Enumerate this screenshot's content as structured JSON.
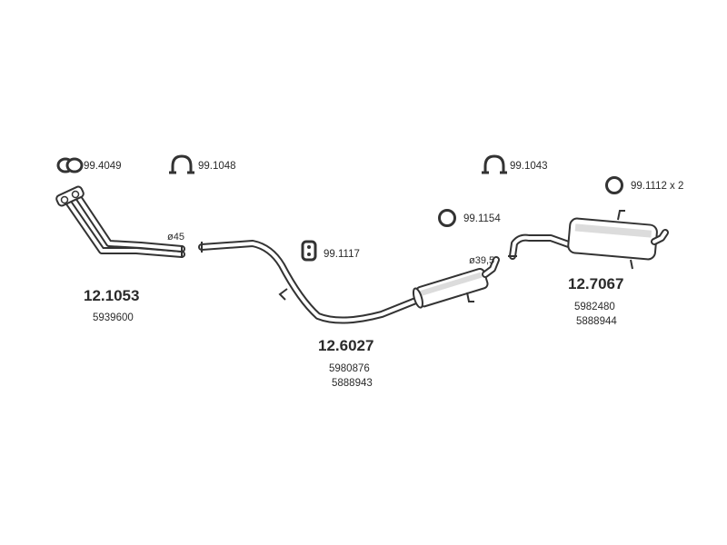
{
  "accessories": [
    {
      "code": "99.4049",
      "icon": "double-gasket-icon"
    },
    {
      "code": "99.1048",
      "icon": "clamp-icon"
    },
    {
      "code": "99.1117",
      "icon": "rubber-mount-icon"
    },
    {
      "code": "99.1154",
      "icon": "ring-gasket-icon"
    },
    {
      "code": "99.1043",
      "icon": "clamp-icon"
    },
    {
      "code": "99.1112 x 2",
      "icon": "ring-gasket-icon"
    }
  ],
  "parts": [
    {
      "number": "12.1053",
      "oem": [
        "5939600"
      ]
    },
    {
      "number": "12.6027",
      "oem": [
        "5980876",
        "5888943"
      ]
    },
    {
      "number": "12.7067",
      "oem": [
        "5982480",
        "5888944"
      ]
    }
  ],
  "dimensions": {
    "front_pipe": "ø45",
    "rear_inlet": "ø39,5"
  },
  "colors": {
    "line": "#333333",
    "text": "#2a2a2a",
    "fill": "#ffffff",
    "shade": "#dcdcdc"
  }
}
